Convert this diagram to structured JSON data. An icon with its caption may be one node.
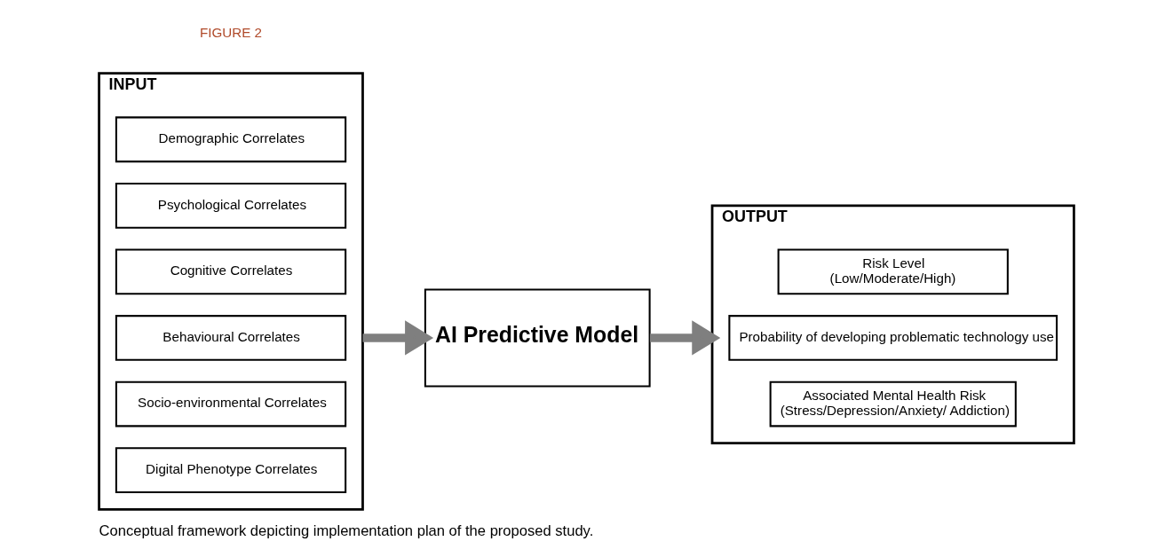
{
  "diagram": {
    "caption": "Conceptual framework depicting implementation plan of the proposed study.",
    "nodes": [
      {
        "text": [
          "INPUT"
        ]
      },
      {
        "text": [
          "Demographic Correlates"
        ],
        "in": 0
      },
      {
        "text": [
          "Psychological Correlates"
        ],
        "in": 0
      },
      {
        "text": [
          "Cognitive Correlates"
        ],
        "in": 0
      },
      {
        "text": [
          "Behavioural Correlates"
        ],
        "in": 0
      },
      {
        "text": [
          "Socio-environmental Correlates"
        ],
        "in": 0
      },
      {
        "text": [
          "Digital Phenotype Correlates"
        ],
        "in": 0
      },
      {
        "text": [
          "AI Predictive Model"
        ]
      },
      {
        "text": [
          "OUTPUT"
        ]
      },
      {
        "text": [
          "Risk Level",
          "(Low/Moderate/High)"
        ],
        "in": 8
      },
      {
        "text": [
          "Probability of developing problematic technology use"
        ],
        "in": 8
      },
      {
        "text": [
          "Associated Mental Health Risk",
          "(Stress/Depression/Anxiety/ Addiction)"
        ],
        "in": 8
      }
    ],
    "edges": [
      {
        "from": 0,
        "to": 7,
        "arrow": "to"
      },
      {
        "from": 7,
        "to": 8,
        "arrow": "to"
      }
    ],
    "labels": [
      "FIGURE 2"
    ]
  }
}
